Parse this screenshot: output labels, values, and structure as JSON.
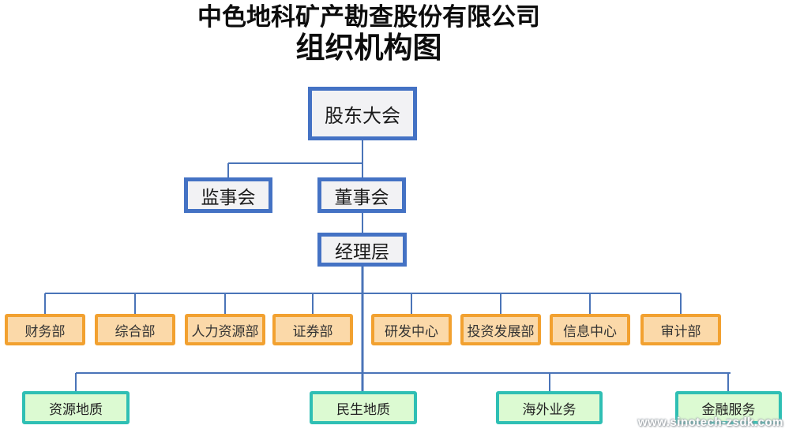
{
  "title": {
    "line1": "中色地科矿产勘查股份有限公司",
    "line2": "组织机构图"
  },
  "nodes": {
    "shareholders_meeting": "股东大会",
    "supervisory_board": "监事会",
    "board_of_directors": "董事会",
    "management": "经理层"
  },
  "departments": [
    "财务部",
    "综合部",
    "人力资源部",
    "证券部",
    "研发中心",
    "投资发展部",
    "信息中心",
    "审计部"
  ],
  "subsidiaries": [
    "资源地质",
    "民生地质",
    "海外业务",
    "金融服务"
  ],
  "watermark": {
    "text": "www.sinotech-zsdk.com"
  },
  "colors": {
    "node_border_blue": "#4472C4",
    "node_fill_blue": "#F2F2F4",
    "connector_blue": "#4A74B8",
    "dept_border_orange": "#F2A130",
    "dept_fill_orange": "#FBD9A9",
    "subsidiary_border_teal": "#2FBFB4",
    "subsidiary_fill_green": "#DCFAD2"
  }
}
